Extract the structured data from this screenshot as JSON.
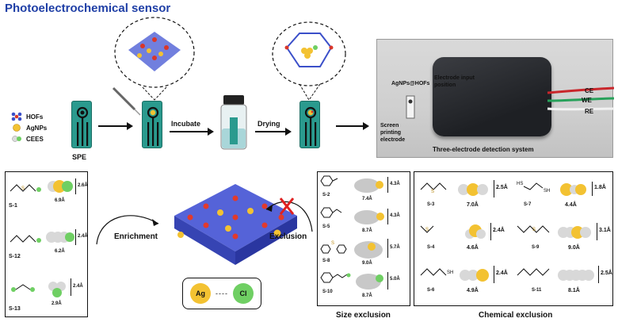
{
  "title": "Photoelectrochemical sensor",
  "legend": {
    "hofs": "HOFs",
    "agnps": "AgNPs",
    "cees": "CEES"
  },
  "spe_label": "SPE",
  "steps": {
    "incubate": "Incubate",
    "drying": "Drying"
  },
  "photo": {
    "agnps_hofs": "AgNPs@HOFs",
    "electrode_input": "Electrode input position",
    "screen_printing": "Screen printing electrode",
    "ce": "CE",
    "we": "WE",
    "re": "RE",
    "system": "Three-electrode detection system"
  },
  "center": {
    "enrichment": "Enrichment",
    "exclusion": "Exclusion",
    "ag": "Ag",
    "cl": "Cl"
  },
  "left_molecules": [
    {
      "id": "S-1",
      "width": "6.9Å",
      "height": "2.6Å"
    },
    {
      "id": "S-12",
      "width": "6.2Å",
      "height": "2.4Å"
    },
    {
      "id": "S-13",
      "width": "2.9Å",
      "height": "2.4Å"
    }
  ],
  "size_exclusion": {
    "title": "Size exclusion",
    "items": [
      {
        "id": "S-2",
        "width": "7.4Å",
        "height": "4.3Å"
      },
      {
        "id": "S-5",
        "width": "8.7Å",
        "height": "4.3Å"
      },
      {
        "id": "S-8",
        "width": "9.0Å",
        "height": "5.7Å"
      },
      {
        "id": "S-10",
        "width": "8.7Å",
        "height": "5.0Å"
      }
    ]
  },
  "chemical_exclusion": {
    "title": "Chemical exclusion",
    "items": [
      {
        "id": "S-3",
        "width": "7.0Å",
        "height": "2.5Å"
      },
      {
        "id": "S-7",
        "width": "4.4Å",
        "height": "1.8Å",
        "group": "HS",
        "group2": "SH"
      },
      {
        "id": "S-4",
        "width": "4.6Å",
        "height": "2.4Å"
      },
      {
        "id": "S-9",
        "width": "9.0Å",
        "height": "3.1Å"
      },
      {
        "id": "S-6",
        "width": "4.9Å",
        "height": "2.4Å",
        "group": "SH"
      },
      {
        "id": "S-11",
        "width": "8.1Å",
        "height": "2.5Å"
      }
    ]
  },
  "colors": {
    "title": "#1f3fa6",
    "teal": "#2a9a8e",
    "ag": "#f3c232",
    "cl": "#6fcf63",
    "hof_blue": "#3b4fc9",
    "hof_red": "#d9372a"
  }
}
